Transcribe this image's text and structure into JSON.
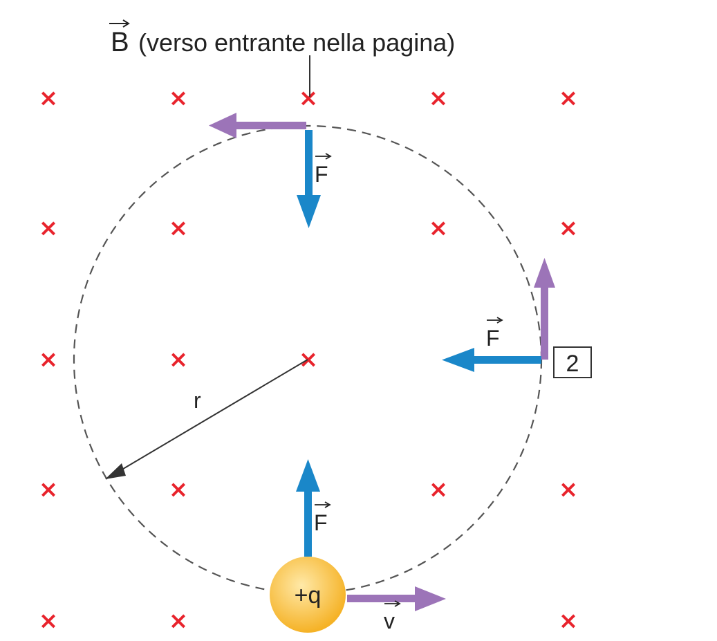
{
  "colors": {
    "field_mark": "#e8232c",
    "force": "#1a87c9",
    "velocity": "#9c74b8",
    "circle": "#555555",
    "radius": "#333333",
    "charge_inner": "#ffe9a8",
    "charge_outer": "#f5b226"
  },
  "field": {
    "vector_symbol": "B",
    "label": "(verso entrante nella pagina)",
    "mark_glyph": "×"
  },
  "vectors": {
    "force_symbol": "F",
    "velocity_symbol": "v"
  },
  "charge": {
    "label": "+q"
  },
  "radius_label": "r",
  "position_box_label": "2"
}
